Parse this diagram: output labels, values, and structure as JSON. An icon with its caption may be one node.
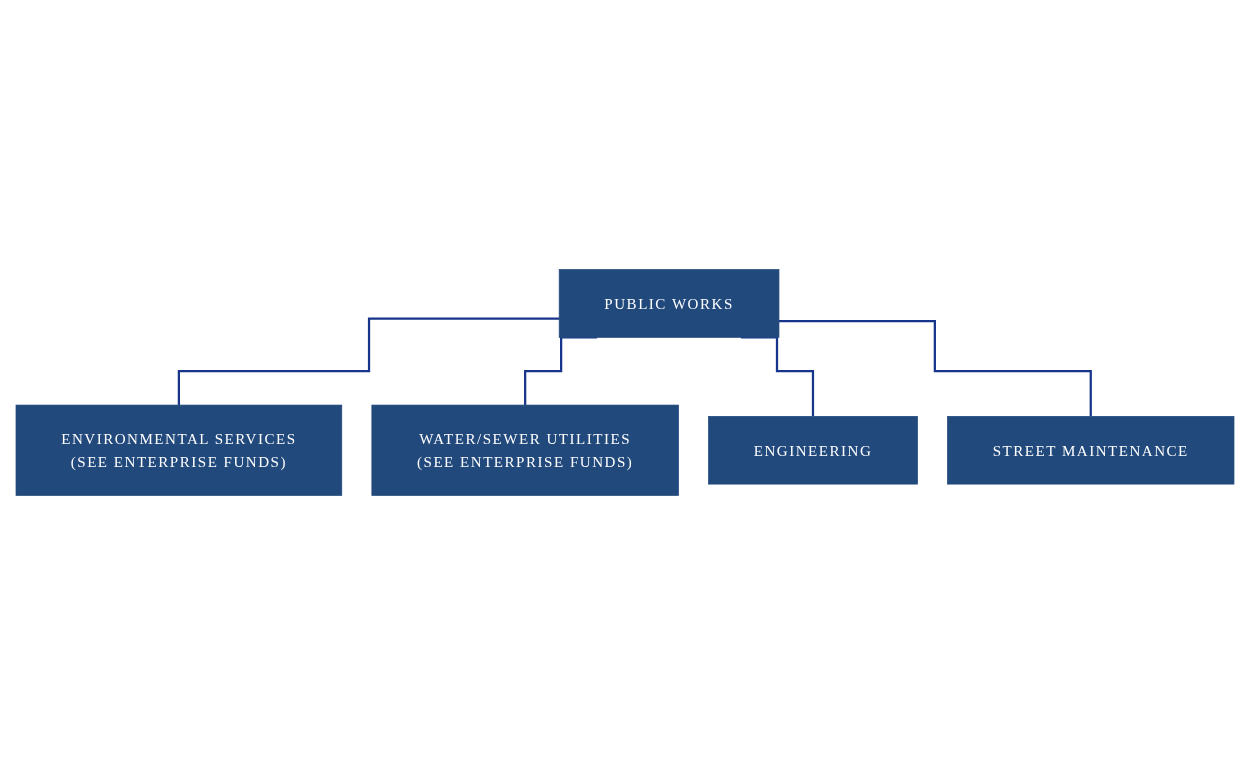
{
  "diagram": {
    "nodes": [
      {
        "text": [
          "PUBLIC WORKS"
        ]
      },
      {
        "text": [
          "ENVIRONMENTAL SERVICES",
          "(SEE ENTERPRISE FUNDS)"
        ]
      },
      {
        "text": [
          "WATER/SEWER UTILITIES",
          "(SEE ENTERPRISE FUNDS)"
        ]
      },
      {
        "text": [
          "ENGINEERING"
        ]
      },
      {
        "text": [
          "STREET MAINTENANCE"
        ]
      }
    ],
    "edges": [
      {
        "from": 0,
        "to": 1,
        "arrow": "none"
      },
      {
        "from": 0,
        "to": 2,
        "arrow": "none"
      },
      {
        "from": 0,
        "to": 3,
        "arrow": "none"
      },
      {
        "from": 0,
        "to": 4,
        "arrow": "none"
      }
    ]
  }
}
